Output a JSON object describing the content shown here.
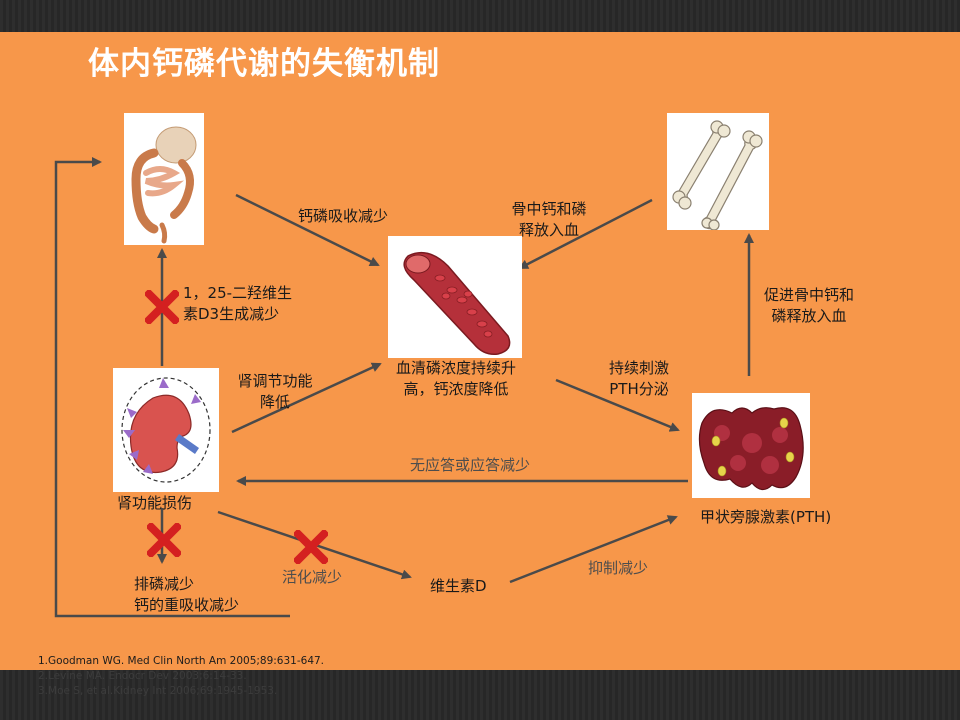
{
  "title": "体内钙磷代谢的失衡机制",
  "labels": {
    "absorption_decrease": "钙磷吸收减少",
    "bone_release_line1": "骨中钙和磷",
    "bone_release_line2": "释放入血",
    "vitd_line1": "1，25-二羟维生",
    "vitd_line2": "素D3生成减少",
    "kidney_reg_line1": "肾调节功能",
    "kidney_reg_line2": "降低",
    "serum_line1": "血清磷浓度持续升",
    "serum_line2": "高，钙浓度降低",
    "pth_stim_line1": "持续刺激",
    "pth_stim_line2": "PTH分泌",
    "promote_line1": "促进骨中钙和",
    "promote_line2": "磷释放入血",
    "no_response": "无应答或应答减少",
    "kidney_damage": "肾功能损伤",
    "pth": "甲状旁腺激素(PTH)",
    "phos_excretion_line1": "排磷减少",
    "phos_excretion_line2": "钙的重吸收减少",
    "activation_decrease": "活化减少",
    "vitamin_d": "维生素D",
    "inhibit_decrease": "抑制减少"
  },
  "references": [
    "1.Goodman WG. Med Clin North Am 2005;89:631-647.",
    "2.Levine MA. Endocr Dev 2003;6:14-33.",
    "3.Moe S, et al.Kidney Int 2006;69:1945-1953."
  ],
  "icons": {
    "intestine": "intestine-icon",
    "bone": "bone-icon",
    "blood_vessel": "blood-vessel-icon",
    "kidney": "kidney-icon",
    "parathyroid": "parathyroid-icon",
    "blocked": "x-mark-icon"
  },
  "colors": {
    "background": "#f7974a",
    "arrow": "#4a4a4a",
    "x_mark": "#d42020",
    "title": "#ffffff"
  }
}
